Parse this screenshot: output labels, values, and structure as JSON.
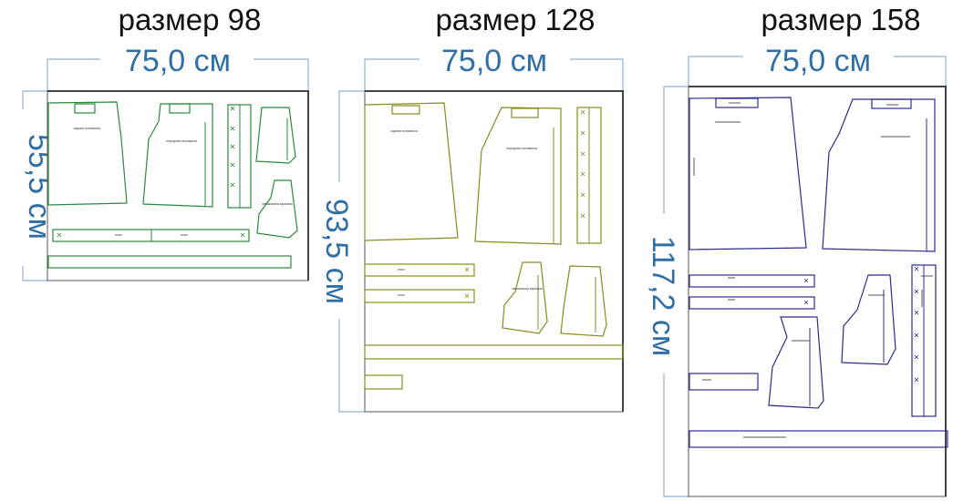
{
  "panels": [
    {
      "title": "размер 98",
      "width_label": "75,0 см",
      "height_label": "55,5 см",
      "color": "#2a8a3a",
      "labels": [
        "задняя половинка",
        "передняя половинка",
        "пояс",
        "пояс",
        "мешковина кармана"
      ]
    },
    {
      "title": "размер 128",
      "width_label": "75,0 см",
      "height_label": "93,5 см",
      "color": "#8a8a1e",
      "labels": [
        "задняя половинка",
        "передняя половинка",
        "пояс",
        "пояс",
        "мешковина кармана"
      ]
    },
    {
      "title": "размер 158",
      "width_label": "75,0 см",
      "height_label": "117,2 см",
      "color": "#2b2b8c",
      "labels": []
    }
  ]
}
